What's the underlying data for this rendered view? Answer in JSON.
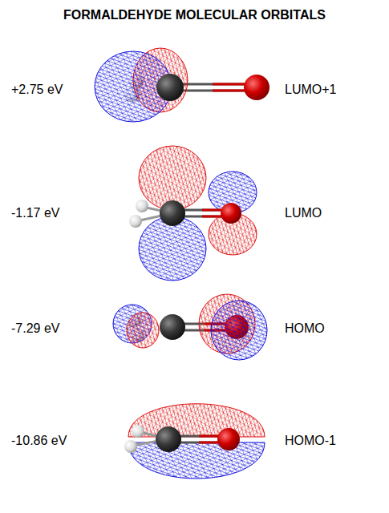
{
  "diagram": {
    "title": "FORMALDEHYDE MOLECULAR ORBITALS",
    "labels": [
      "+2.75 eV",
      "LUMO+1",
      "-1.17 eV",
      "LUMO",
      "-7.29 eV",
      "HOMO",
      "-10.86 eV",
      "HOMO-1"
    ]
  }
}
